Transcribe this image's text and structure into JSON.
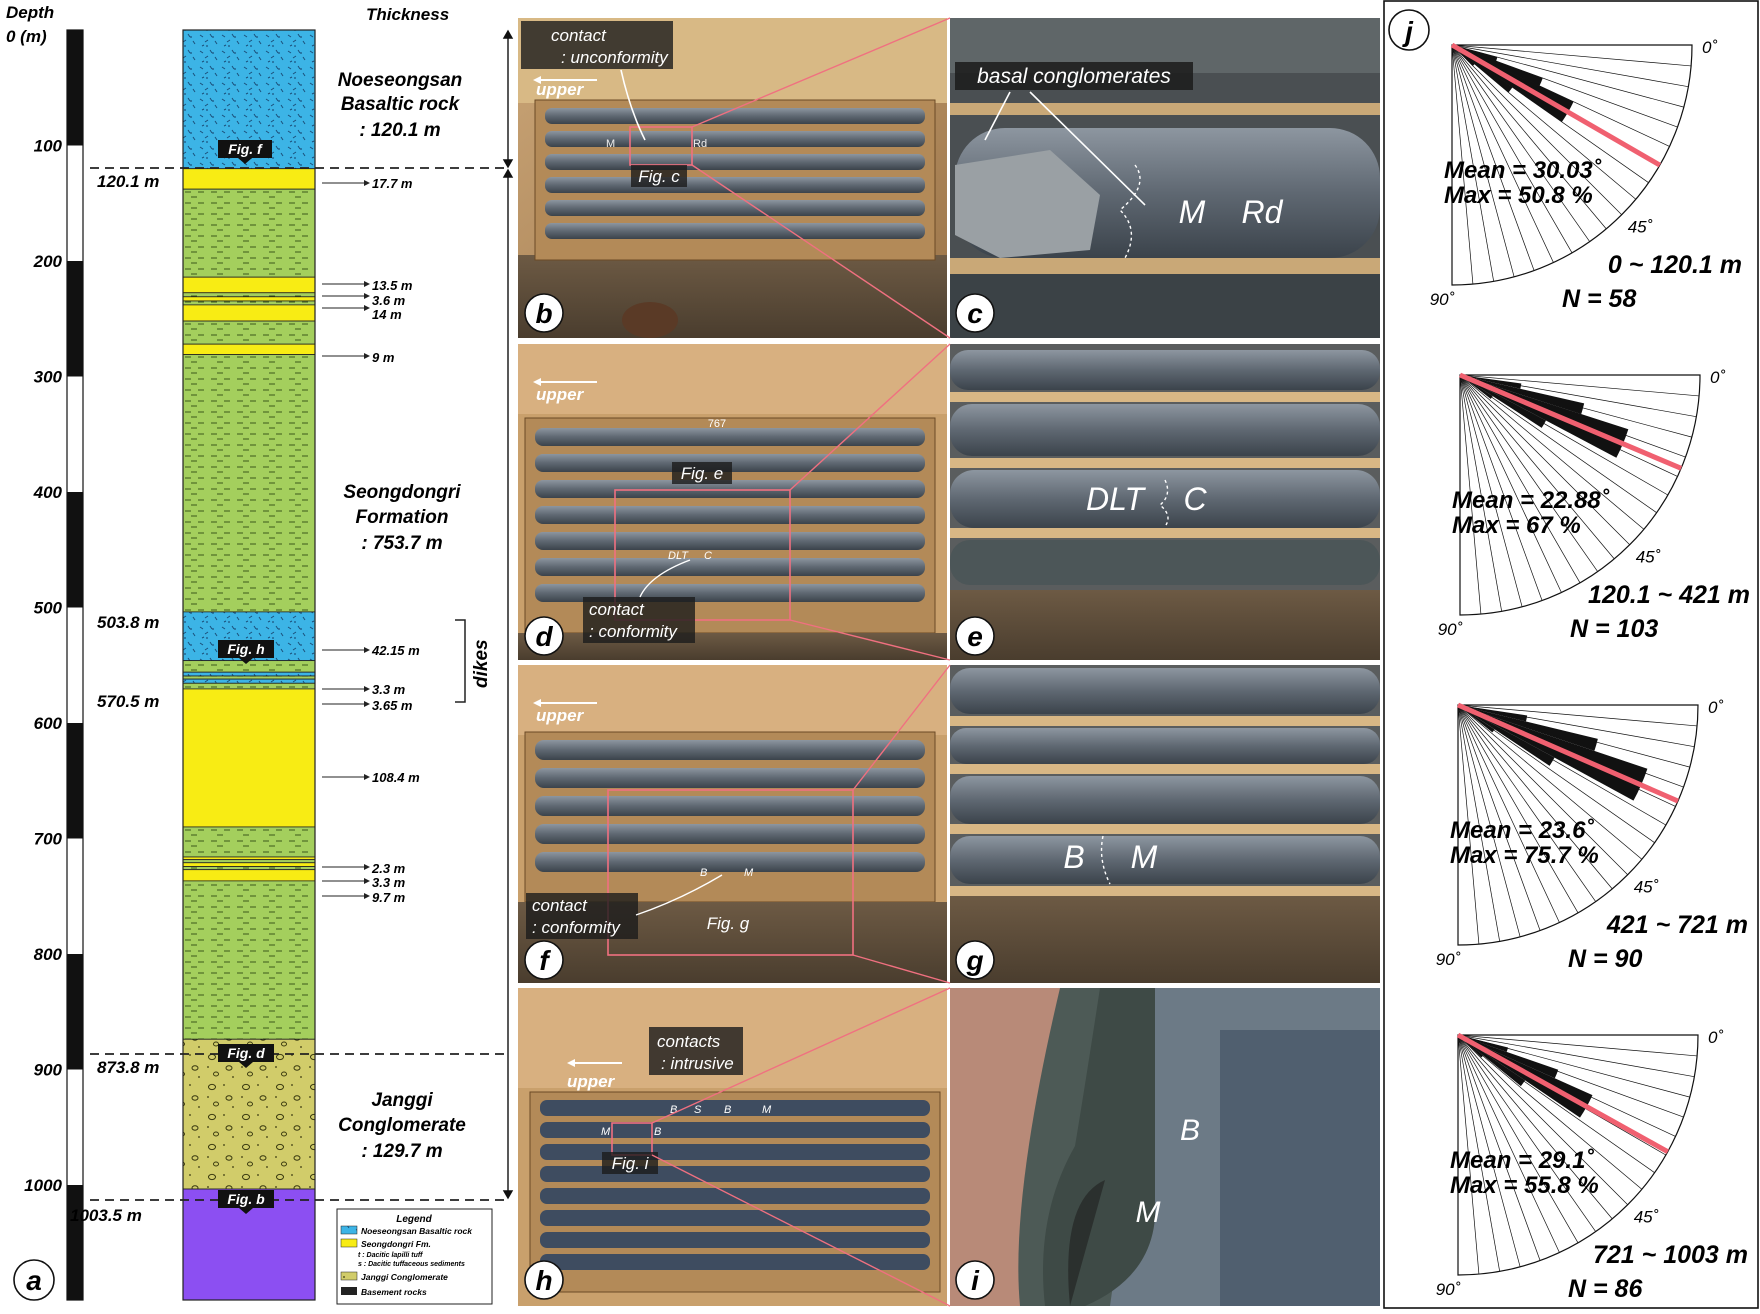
{
  "column": {
    "depth_header": "Depth",
    "depth_zero": "0 (m)",
    "thickness_header": "Thickness",
    "depth_ticks": [
      "100",
      "200",
      "300",
      "400",
      "500",
      "600",
      "700",
      "800",
      "900",
      "1000"
    ],
    "boundaries": [
      "120.1 m",
      "503.8 m",
      "570.5 m",
      "873.8 m",
      "1003.5 m"
    ],
    "fig_tags": [
      "Fig. f",
      "Fig. h",
      "Fig. d",
      "Fig. b"
    ],
    "layer_thicknesses": [
      "17.7 m",
      "13.5 m",
      "3.6 m",
      "14 m",
      "9 m",
      "42.15 m",
      "3.3 m",
      "3.65 m",
      "108.4 m",
      "2.3 m",
      "3.3 m",
      "9.7 m"
    ],
    "dikes_label": "dikes",
    "panel_letter": "a",
    "units": [
      {
        "name": "Noeseongsan",
        "name2": "Basaltic rock",
        "thick": ": 120.1 m"
      },
      {
        "name": "Seongdongri",
        "name2": "Formation",
        "thick": ": 753.7 m"
      },
      {
        "name": "Janggi",
        "name2": "Conglomerate",
        "thick": ": 129.7 m"
      }
    ]
  },
  "legend": {
    "title": "Legend",
    "items": [
      "Noeseongsan Basaltic rock",
      "Seongdongri Fm.",
      "t : Dacitic lapilli tuff",
      "s : Dacitic tuffaceous sediments",
      "Janggi Conglomerate",
      "Basement rocks"
    ]
  },
  "colors": {
    "basalt": "#3cb4e6",
    "seongdongri": "#a4cf5d",
    "tuff": "#f8ec14",
    "janggi": "#d1cc6a",
    "basement": "#8c4ff2",
    "highlight": "#f07080",
    "rose_red": "#f06070"
  },
  "photos": {
    "b": {
      "letter": "b",
      "upper": "upper",
      "contact": "contact",
      "contact_type": ": unconformity",
      "labels": [
        "M",
        "Rd"
      ],
      "fig": "Fig. c"
    },
    "c": {
      "letter": "c",
      "title": "basal conglomerates",
      "labels": [
        "M",
        "Rd"
      ]
    },
    "d": {
      "letter": "d",
      "upper": "upper",
      "contact": "contact",
      "contact_type": ": conformity",
      "labels": [
        "DLT",
        "C"
      ],
      "fig": "Fig. e",
      "box_number": "767"
    },
    "e": {
      "letter": "e",
      "labels": [
        "DLT",
        "C"
      ]
    },
    "f": {
      "letter": "f",
      "upper": "upper",
      "contact": "contact",
      "contact_type": ": conformity",
      "labels": [
        "B",
        "M"
      ],
      "fig": "Fig. g"
    },
    "g": {
      "letter": "g",
      "labels": [
        "B",
        "M"
      ]
    },
    "h": {
      "letter": "h",
      "upper": "upper",
      "contact": "contacts",
      "contact_type": ": intrusive",
      "labels": [
        "B",
        "S",
        "B",
        "M",
        "M",
        "B"
      ],
      "fig": "Fig. i"
    },
    "i": {
      "letter": "i",
      "labels": [
        "B",
        "M"
      ]
    }
  },
  "rose": {
    "letter": "j",
    "angle_labels": [
      "0˚",
      "45˚",
      "90˚"
    ],
    "diagrams": [
      {
        "mean": "Mean = 30.03˚",
        "max": "Max = 50.8 %",
        "range": "0 ~ 120.1 m",
        "n": "N = 58",
        "mean_deg": 30.03,
        "max_pct": 50.8
      },
      {
        "mean": "Mean = 22.88˚",
        "max": "Max = 67 %",
        "range": "120.1 ~ 421 m",
        "n": "N = 103",
        "mean_deg": 22.88,
        "max_pct": 67
      },
      {
        "mean": "Mean = 23.6˚",
        "max": "Max = 75.7 %",
        "range": "421 ~ 721 m",
        "n": "N = 90",
        "mean_deg": 23.6,
        "max_pct": 75.7
      },
      {
        "mean": "Mean = 29.1˚",
        "max": "Max = 55.8 %",
        "range": "721 ~ 1003 m",
        "n": "N = 86",
        "mean_deg": 29.1,
        "max_pct": 55.8
      }
    ]
  }
}
